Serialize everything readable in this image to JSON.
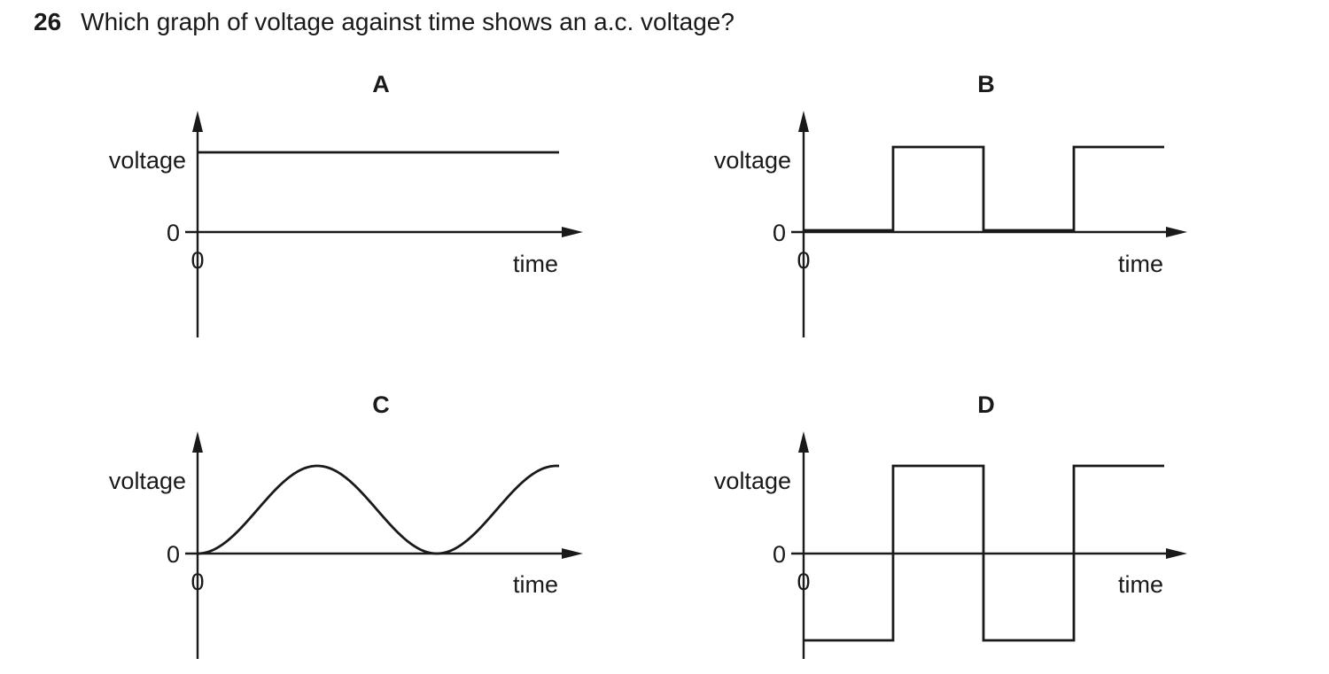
{
  "question": {
    "number": "26",
    "text": "Which graph of voltage against time shows an a.c. voltage?"
  },
  "graphs": [
    {
      "label": "A",
      "y_label": "voltage",
      "x_label": "time",
      "origin_y_label": "0",
      "origin_x_label": "0",
      "waveform": "constant positive (d.c.)"
    },
    {
      "label": "B",
      "y_label": "voltage",
      "x_label": "time",
      "origin_y_label": "0",
      "origin_x_label": "0",
      "waveform": "square pulses between zero and positive"
    },
    {
      "label": "C",
      "y_label": "voltage",
      "x_label": "time",
      "origin_y_label": "0",
      "origin_x_label": "0",
      "waveform": "smooth wave between zero and positive"
    },
    {
      "label": "D",
      "y_label": "voltage",
      "x_label": "time",
      "origin_y_label": "0",
      "origin_x_label": "0",
      "waveform": "square wave alternating positive and negative (a.c.)"
    }
  ]
}
